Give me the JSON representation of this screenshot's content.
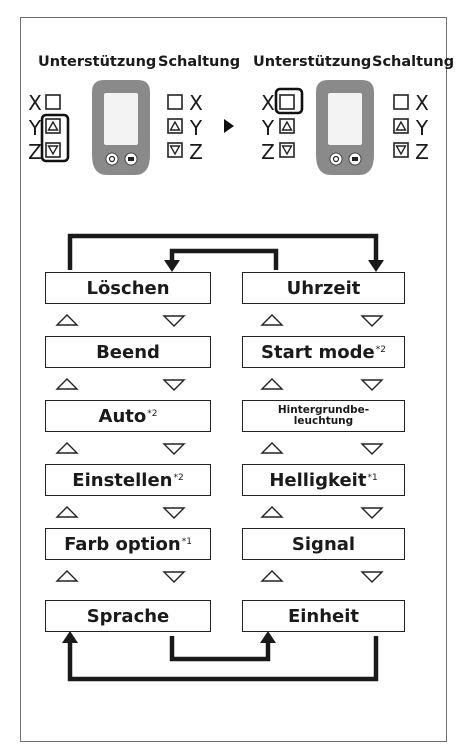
{
  "header": {
    "left_support": "Unterstützung",
    "left_shift": "Schaltung",
    "right_support": "Unterstützung",
    "right_shift": "Schaltung"
  },
  "button_labels": [
    "X",
    "Y",
    "Z"
  ],
  "menu": {
    "left": [
      {
        "label": "Löschen",
        "note": ""
      },
      {
        "label": "Beend",
        "note": ""
      },
      {
        "label": "Auto",
        "note": "*2"
      },
      {
        "label": "Einstellen",
        "note": "*2"
      },
      {
        "label": "Farb option",
        "note": "*1"
      },
      {
        "label": "Sprache",
        "note": ""
      }
    ],
    "right": [
      {
        "label": "Uhrzeit",
        "note": ""
      },
      {
        "label": "Start mode",
        "note": "*2"
      },
      {
        "label_line1": "Hintergrundbe-",
        "label_line2": "leuchtung"
      },
      {
        "label": "Helligkeit",
        "note": "*1"
      },
      {
        "label": "Signal",
        "note": ""
      },
      {
        "label": "Einheit",
        "note": ""
      }
    ]
  },
  "colors": {
    "line": "#1a1a1a",
    "device": "#8a8a8a",
    "screen": "#f3f3f3"
  },
  "icons": [
    "play-arrow-icon",
    "power-icon",
    "display-icon",
    "up-triangle-icon",
    "down-triangle-icon"
  ]
}
